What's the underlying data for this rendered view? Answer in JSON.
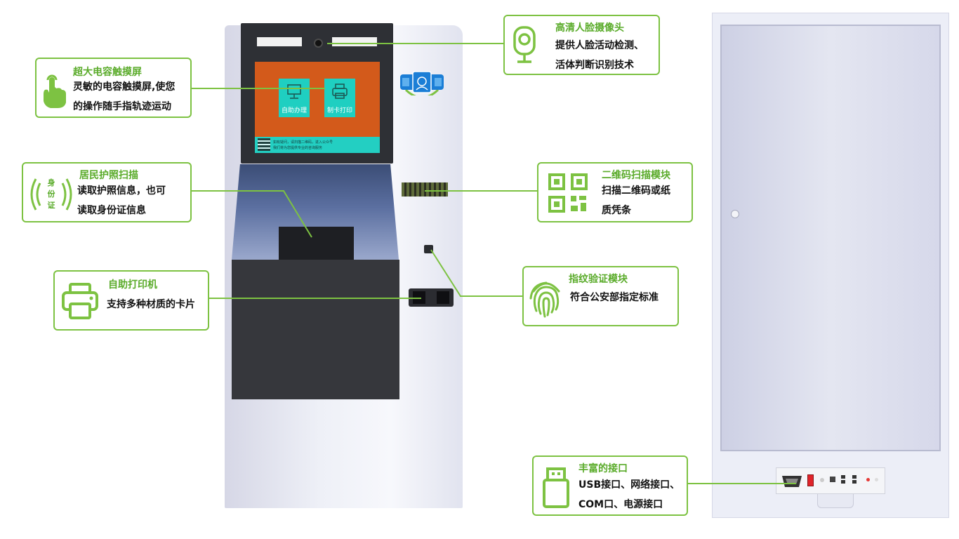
{
  "screen": {
    "tile_self_service": "自助办理",
    "tile_card_print": "制卡打印",
    "bar_line1": "如有疑问，请扫描二维码，进入公众号",
    "bar_line2": "我们将为您提供专业的咨询服务"
  },
  "callouts": {
    "touchscreen": {
      "title": "超大电容触摸屏",
      "line1": "灵敏的电容触摸屏,使您",
      "line2": "的操作随手指轨迹运动"
    },
    "passport": {
      "title": "居民护照扫描",
      "line1": "读取护照信息，也可",
      "line2": "读取身份证信息",
      "icon_text": [
        "身",
        "份",
        "证"
      ]
    },
    "printer": {
      "title": "自助打印机",
      "line1": "支持多种材质的卡片"
    },
    "camera": {
      "title": "高清人脸摄像头",
      "line1": "提供人脸活动检测、",
      "line2": "活体判断识别技术"
    },
    "qrcode": {
      "title": "二维码扫描模块",
      "line1": "扫描二维码或纸",
      "line2": "质凭条"
    },
    "fingerprint": {
      "title": "指纹验证模块",
      "line1": "符合公安部指定标准"
    },
    "ports": {
      "title": "丰富的接口",
      "line1": "USB接口、网络接口、",
      "line2": "COM口、电源接口"
    }
  },
  "icons": {
    "touchscreen": "touch-hand-icon",
    "passport": "id-card-nfc-icon",
    "printer": "printer-icon",
    "camera": "webcam-icon",
    "qrcode": "qr-code-icon",
    "fingerprint": "fingerprint-icon",
    "ports": "usb-plug-icon"
  },
  "colors": {
    "accent_green": "#7dc242",
    "title_green": "#5aab2a",
    "screen_orange": "#d35a1b",
    "screen_tile": "#1fcfc1",
    "kiosk_dark": "#36373c"
  }
}
